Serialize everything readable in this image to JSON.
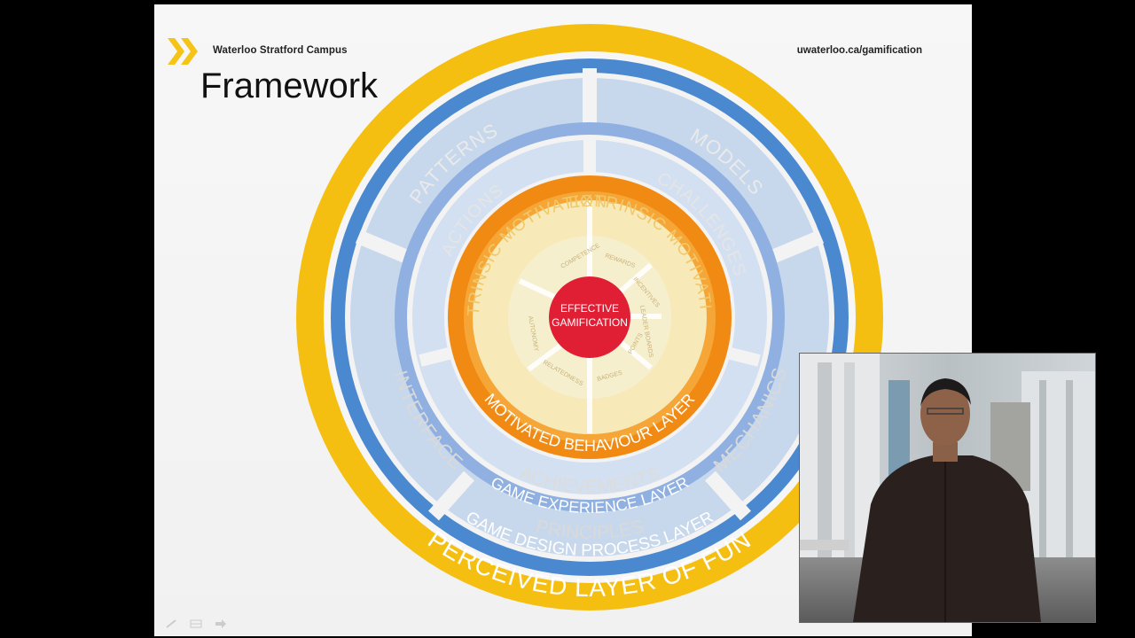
{
  "slide": {
    "campus": "Waterloo Stratford Campus",
    "website": "uwaterloo.ca/gamification",
    "title": "Framework"
  },
  "framework": {
    "center": [
      "EFFECTIVE",
      "GAMIFICATION"
    ],
    "outer_layer": "PERCEIVED LAYER OF FUN",
    "process_layer": "GAME DESIGN PROCESS LAYER",
    "process_items": [
      "PATTERNS",
      "MODELS",
      "INTERFACE",
      "MECHANICS",
      "PRINCIPLES"
    ],
    "experience_layer": "GAME EXPERIENCE LAYER",
    "experience_items": [
      "ACTIONS",
      "CHALLENGES",
      "ACHIEVEMENTS"
    ],
    "behaviour_layer": "MOTIVATED BEHAVIOUR LAYER",
    "intrinsic_label": "INTRINSIC MOTIVATION",
    "extrinsic_label": "EXTRINSIC MOTIVATION",
    "intrinsic_items": [
      "COMPETENCE",
      "AUTONOMY",
      "RELATEDNESS"
    ],
    "extrinsic_items": [
      "REWARDS",
      "INCENTIVES",
      "LEADER BOARDS",
      "POINTS",
      "BADGES"
    ]
  },
  "colors": {
    "outer_ring": "#f5bf12",
    "process_ring": "#4a88d0",
    "experience_ring": "#8fb0e0",
    "behaviour_ring": "#f18a13",
    "center": "#e01f35"
  },
  "icons": [
    "chevron-logo-icon",
    "pen-icon",
    "grid-icon",
    "arrow-icon"
  ],
  "webcam": {
    "presenter": "presenter-video"
  }
}
